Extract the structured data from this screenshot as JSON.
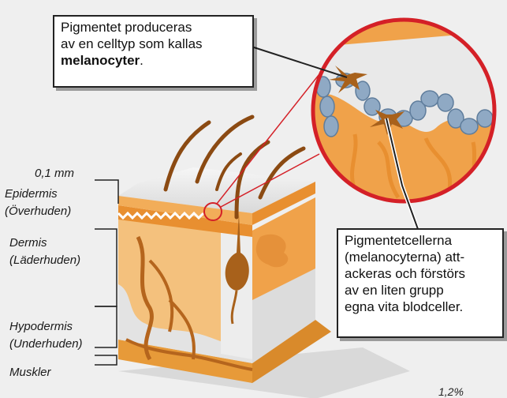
{
  "callouts": {
    "top_line1": "Pigmentet produceras",
    "top_line2": "av en celltyp som kallas",
    "top_line3_bold": "melanocyter",
    "top_line3_end": ".",
    "bottom_line1": "Pigmentetcellerna",
    "bottom_line2": "(melanocyterna) att-",
    "bottom_line3": "ackeras och förstörs",
    "bottom_line4": "av en liten grupp",
    "bottom_line5": "egna vita blodceller."
  },
  "layers": {
    "thickness": "0,1 mm",
    "epidermis": "Epidermis",
    "epidermis_sv": "(Överhuden)",
    "dermis": "Dermis",
    "dermis_sv": "(Läderhuden)",
    "hypodermis": "Hypodermis",
    "hypodermis_sv": "(Underhuden)",
    "muscles": "Muskler"
  },
  "corner_number": "1,2%",
  "colors": {
    "background": "#efefef",
    "skin_orange": "#f0a24a",
    "dermis_light": "#f4c17d",
    "melanocyte_brown": "#a8611b",
    "hair_brown": "#8b4a12",
    "zoom_ring_red": "#d42027",
    "cell_blue": "#8fa9c4"
  }
}
